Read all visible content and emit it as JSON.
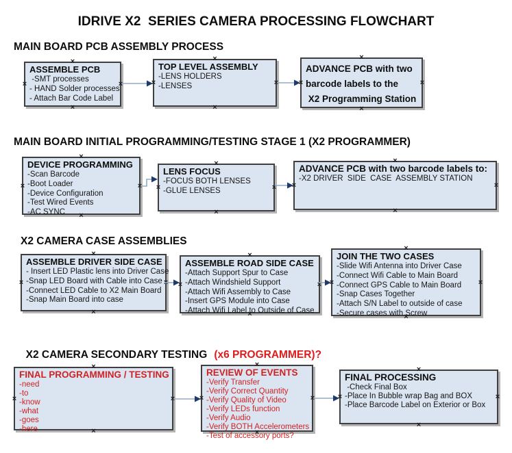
{
  "page_title": "IDRIVE X2  SERIES CAMERA PROCESSING FLOWCHART",
  "colors": {
    "box_fill": "#dbe5f1",
    "box_border": "#3f3f3f",
    "box_shadow": "#b4b4b4",
    "heading_red": "#e01b1b",
    "box_red_text": "#cf2323",
    "arrow_line": "#93a9c7",
    "arrow_head": "#1f3a6b",
    "text": "#0d0d0d"
  },
  "icons": {
    "connection_anchor": "×"
  },
  "sections": [
    {
      "heading": "MAIN BOARD PCB ASSEMBLY PROCESS",
      "boxes": [
        {
          "title": "ASSEMBLE PCB",
          "items": [
            " -SMT processes",
            "- HAND Solder processes",
            "- Attach Bar Code Label"
          ]
        },
        {
          "title": "TOP LEVEL ASSEMBLY",
          "items": [
            "-LENS HOLDERS",
            "-LENSES"
          ]
        },
        {
          "title": "",
          "items": [
            "ADVANCE PCB with two",
            "barcode labels to the",
            " X2 Programming Station"
          ]
        }
      ]
    },
    {
      "heading": "MAIN BOARD INITIAL PROGRAMMING/TESTING STAGE 1 (X2 PROGRAMMER)",
      "boxes": [
        {
          "title": "DEVICE PROGRAMMING",
          "items": [
            "-Scan Barcode",
            "-Boot Loader",
            "-Device Configuration",
            "-Test Wired Events",
            "-AC SYNC"
          ]
        },
        {
          "title": "LENS FOCUS",
          "items": [
            "-FOCUS BOTH LENSES",
            "-GLUE LENSES"
          ]
        },
        {
          "title": "ADVANCE PCB with two barcode labels to:",
          "items": [
            "-X2 DRIVER  SIDE  CASE  ASSEMBLY STATION"
          ]
        }
      ]
    },
    {
      "heading": "X2 CAMERA CASE ASSEMBLIES",
      "boxes": [
        {
          "title": "ASSEMBLE DRIVER SIDE CASE",
          "items": [
            "- Insert LED Plastic lens into Driver Case",
            "-Snap LED Board with Cable into Case",
            "-Connect LED Cable to X2 Main Board",
            "-Snap Main Board into case"
          ]
        },
        {
          "title": "ASSEMBLE ROAD SIDE CASE",
          "items": [
            "-Attach Support Spur to Case",
            "-Attach Windshield Support",
            "-Attach Wifi Assembly to Case",
            "-Insert GPS Module into Case",
            "-Attach Wifi Label to Outside of Case"
          ]
        },
        {
          "title": "JOIN THE TWO CASES",
          "items": [
            "-Slide Wifi Antenna into Driver Case",
            "-Connect Wifi Cable to Main Board",
            "-Connect GPS Cable to Main Board",
            "-Snap Cases Together",
            "-Attach S/N Label to outside of case",
            "-Secure cases with Screw"
          ]
        }
      ]
    },
    {
      "heading_black": "X2 CAMERA SECONDARY TESTING",
      "heading_red": "(x6 PROGRAMMER)?",
      "boxes": [
        {
          "title": "FINAL PROGRAMMING / TESTING",
          "items": [
            "-need",
            "-to",
            "-know",
            "-what",
            "-goes",
            "-here"
          ]
        },
        {
          "title": "REVIEW OF EVENTS",
          "items": [
            "-Verify Transfer",
            "-Verify Correct Quantity",
            "-Verify Quality of Video",
            "-Verify LEDs function",
            "-Verify Audio",
            "-Verify BOTH Accelerometers",
            "-Test of accessory ports?"
          ]
        },
        {
          "title": "FINAL PROCESSING",
          "items": [
            " -Check Final Box",
            "-Place In Bubble wrap Bag and BOX",
            "-Place Barcode Label on Exterior or Box"
          ]
        }
      ]
    }
  ]
}
